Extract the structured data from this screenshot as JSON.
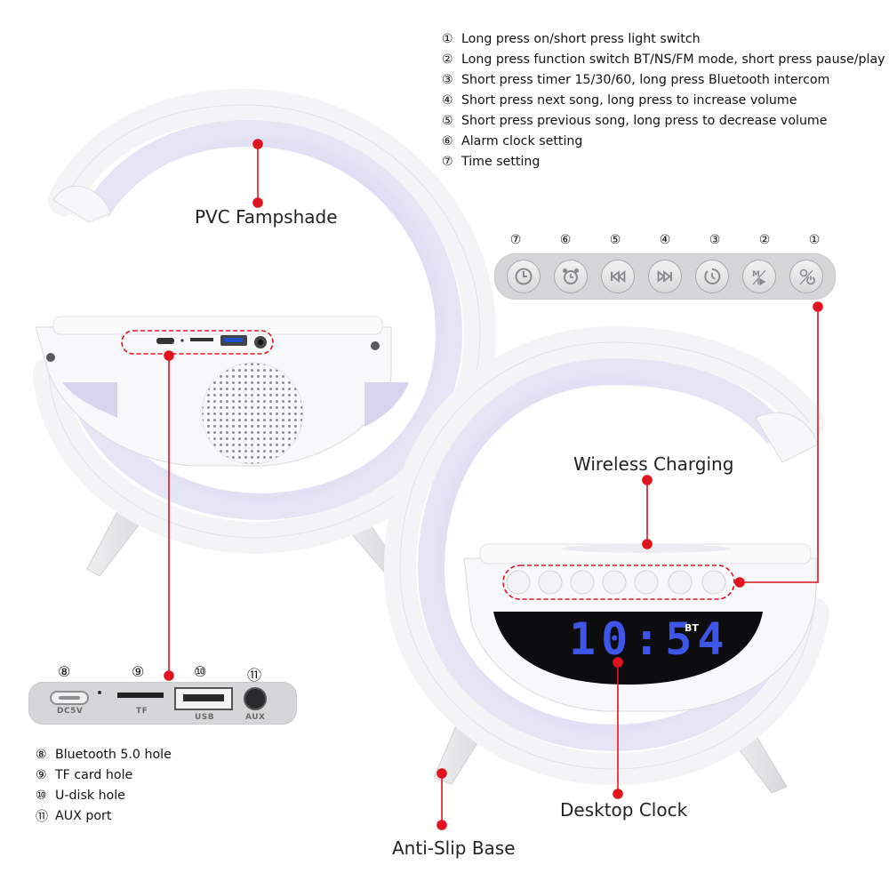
{
  "features_top": [
    {
      "num": "①",
      "text": "Long press on/short press light switch"
    },
    {
      "num": "②",
      "text": "Long press function switch BT/NS/FM mode, short press pause/play"
    },
    {
      "num": "③",
      "text": "Short press timer 15/30/60, long press Bluetooth intercom"
    },
    {
      "num": "④",
      "text": "Short press next song, long press to increase volume"
    },
    {
      "num": "⑤",
      "text": "Short press previous song, long press to decrease volume"
    },
    {
      "num": "⑥",
      "text": "Alarm clock setting"
    },
    {
      "num": "⑦",
      "text": "Time setting"
    }
  ],
  "features_bottom": [
    {
      "num": "⑧",
      "text": "Bluetooth 5.0 hole"
    },
    {
      "num": "⑨",
      "text": "TF card hole"
    },
    {
      "num": "⑩",
      "text": "U-disk hole"
    },
    {
      "num": "⑪",
      "text": "AUX port"
    }
  ],
  "callouts": {
    "lampshade": "PVC Fampshade",
    "wireless": "Wireless Charging",
    "clock": "Desktop Clock",
    "base": "Anti-Slip Base"
  },
  "button_panel": {
    "numbers": [
      "⑦",
      "⑥",
      "⑤",
      "④",
      "③",
      "②",
      "①"
    ],
    "icons": [
      "clock-icon",
      "alarm-icon",
      "previous-icon",
      "next-icon",
      "timer-icon",
      "mode-icon",
      "light-power-icon"
    ]
  },
  "port_panel": {
    "numbers": [
      "⑧",
      "⑨",
      "⑩",
      "⑪"
    ],
    "labels": [
      "DC5V",
      "TF",
      "USB",
      "AUX"
    ]
  },
  "display": {
    "time": "10:54",
    "badge": "BT"
  },
  "colors": {
    "accent": "#e0141e",
    "display_digits": "#3e56e8",
    "glow": "#d4d3ef"
  }
}
